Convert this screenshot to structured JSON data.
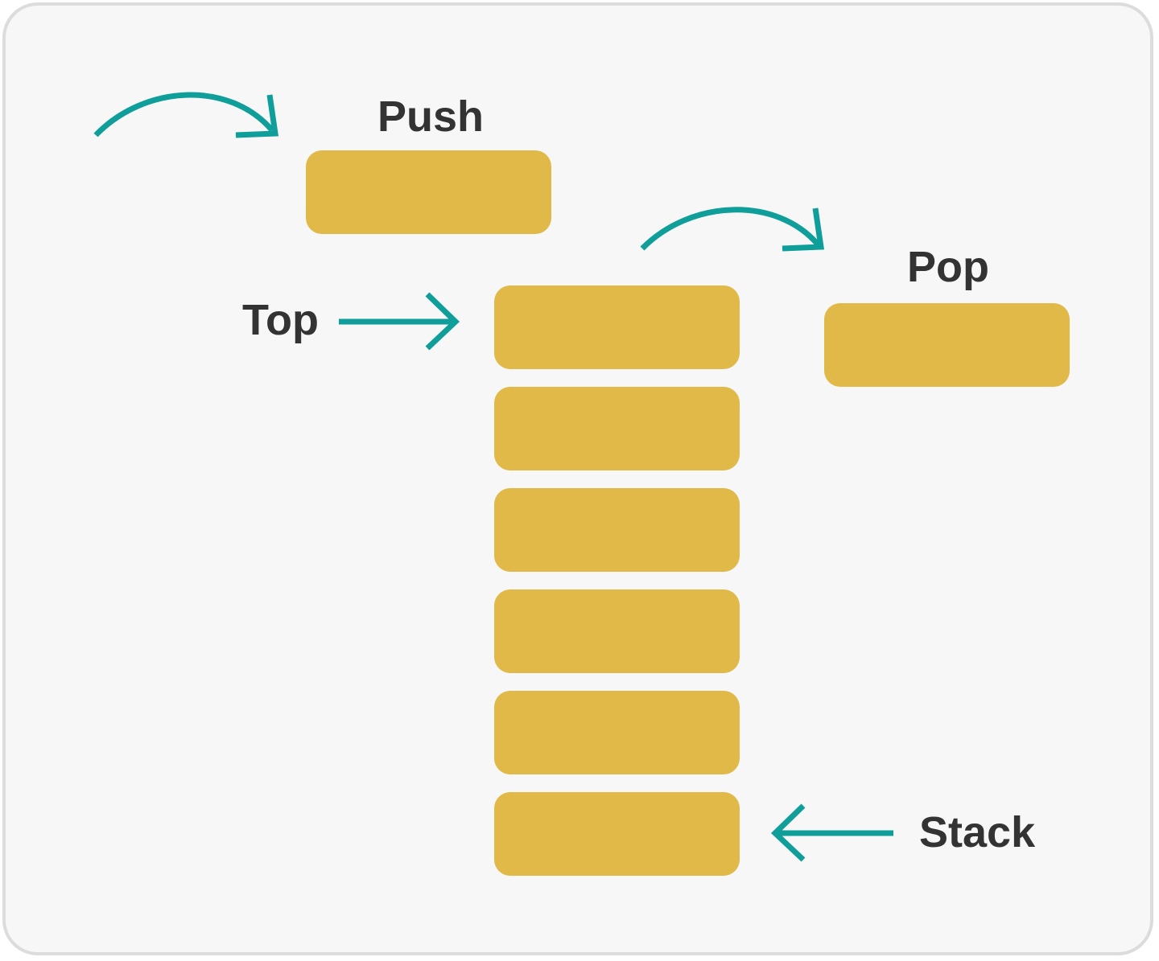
{
  "labels": {
    "push": "Push",
    "pop": "Pop",
    "top": "Top",
    "stack": "Stack"
  },
  "stack": {
    "item_count": 6
  },
  "colors": {
    "block": "#e1b949",
    "arrow": "#0f9e9a",
    "text": "#333333",
    "background": "#f7f7f7",
    "border": "#dcdcdc"
  }
}
